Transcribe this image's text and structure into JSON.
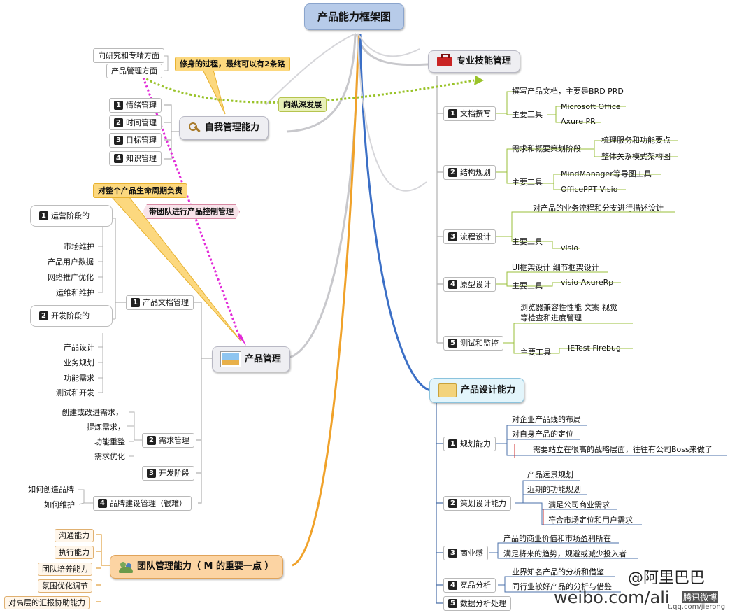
{
  "root": "产品能力框架图",
  "callouts": {
    "self_path": "修身的过程，最终可以有2条路",
    "vertical": "向纵深发展",
    "lifecycle": "对整个产品生命周期负责",
    "team_control": "带团队进行产品控制管理"
  },
  "self_management": {
    "title": "自我管理能力",
    "items": [
      "情绪管理",
      "时间管理",
      "目标管理",
      "知识管理"
    ],
    "directions": [
      "向研究和专精方面",
      "产品管理方面"
    ]
  },
  "professional": {
    "title": "专业技能管理",
    "doc": {
      "title": "文档撰写",
      "desc": "撰写产品文档，主要是BRD   PRD",
      "tools_label": "主要工具",
      "tools": [
        "Microsoft Office",
        "Axure PR"
      ]
    },
    "structure": {
      "title": "结构规划",
      "desc": "需求和概要策划阶段",
      "sub": [
        "梳理服务和功能要点",
        "整体关系模式架构图"
      ],
      "tools_label": "主要工具",
      "tools": [
        "MindManager等导图工具",
        "OfficePPT   Visio"
      ]
    },
    "flow": {
      "title": "流程设计",
      "desc": "对产品的业务流程和分支进行描述设计",
      "tools_label": "主要工具",
      "tools": [
        "visio"
      ]
    },
    "proto": {
      "title": "原型设计",
      "desc": "UI框架设计 细节框架设计",
      "tools_label": "主要工具",
      "tools": [
        "visio    AxureRp"
      ]
    },
    "test": {
      "title": "测试和监控",
      "desc_lines": [
        "浏览器兼容性性能   文案 视觉",
        "等检查和进度管理"
      ],
      "tools_label": "主要工具",
      "tools": [
        "IETest    Firebug"
      ]
    }
  },
  "design": {
    "title": "产品设计能力",
    "planning": {
      "title": "规划能力",
      "items": [
        "对企业产品线的布局",
        "对自身产品的定位"
      ],
      "note": "需要站立在很高的战略层面，往往有公司Boss来做了"
    },
    "strategy": {
      "title": "策划设计能力",
      "items": [
        "产品远景规划",
        "近期的功能规划"
      ],
      "sub": [
        "满足公司商业需求",
        "符合市场定位和用户需求"
      ]
    },
    "business": {
      "title": "商业感",
      "items": [
        "产品的商业价值和市场盈利所在",
        "满足将来的趋势，规避或减少投入者"
      ]
    },
    "competitor": {
      "title": "竞品分析",
      "items": [
        "业界知名产品的分析和借鉴",
        "同行业较好产品的分析与借鉴"
      ]
    },
    "data": {
      "title": "数据分析处理"
    }
  },
  "product": {
    "title": "产品管理",
    "doc_mgmt": "产品文档管理",
    "ops_stage": "运营阶段的",
    "ops_items": [
      "市场维护",
      "产品用户数据",
      "网络推广优化",
      "运维和维护"
    ],
    "dev_stage": "开发阶段的",
    "dev_items": [
      "产品设计",
      "业务规划",
      "功能需求",
      "测试和开发"
    ],
    "req_mgmt": "需求管理",
    "req_items": [
      "创建或改进需求，",
      "提炼需求，",
      "功能重整",
      "需求优化"
    ],
    "dev_phase": "开发阶段",
    "brand": "品牌建设管理（很难）",
    "brand_items": [
      "如何创造品牌",
      "如何维护"
    ]
  },
  "team": {
    "title": "团队管理能力（ M 的重要一点 ）",
    "items": [
      "沟通能力",
      "执行能力",
      "团队培养能力",
      "氛围优化调节",
      "对高层的汇报协助能力"
    ]
  },
  "watermark": {
    "at": "@阿里巴巴",
    "site": "weibo.com/ali",
    "tencent": "腾讯微博",
    "url": "t.qq.com/jierong"
  },
  "colors": {
    "root": "#b7cbe9",
    "pro_branch": "#c8c8cc",
    "design_branch": "#3b6fc6",
    "team_branch": "#f0a22a",
    "green_dotted": "#9ac32a",
    "pink_dotted": "#e22bd8"
  }
}
